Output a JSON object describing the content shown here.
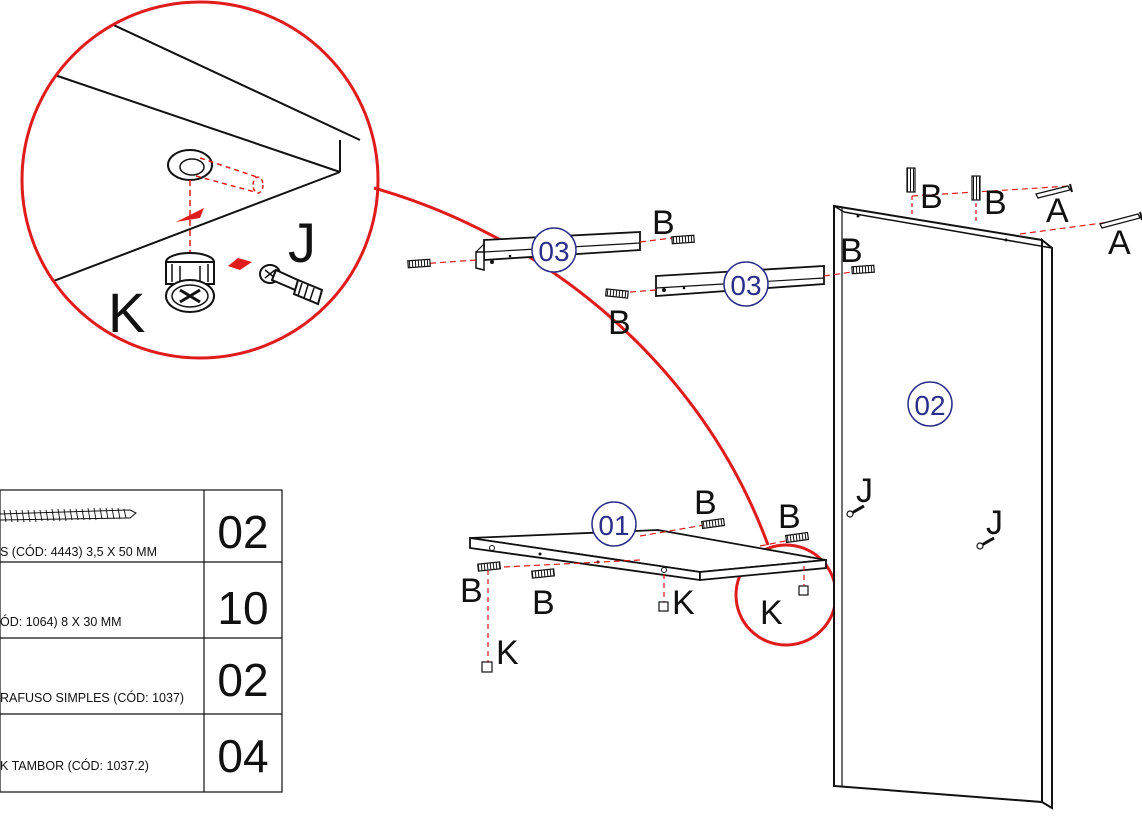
{
  "colors": {
    "accent_red": "#e01b1b",
    "circle_blue": "#2b2f8a",
    "line": "#111111"
  },
  "callout": {
    "label_k": "K",
    "label_j": "J"
  },
  "part_labels": {
    "p01": "01",
    "p02": "02",
    "p03_top": "03",
    "p03_mid": "03"
  },
  "hardware_labels": {
    "a1": "A",
    "a2": "A",
    "b_top1": "B",
    "b_top2": "B",
    "b_side": "B",
    "b_shelf_top": "B",
    "b_shelf_mid": "B",
    "b_bottom1": "B",
    "b_bottom2": "B",
    "b_bottom3": "B",
    "b_bottom4": "B",
    "j1": "J",
    "j2": "J",
    "k1": "K",
    "k2": "K",
    "k3": "K"
  },
  "parts_list": [
    {
      "description": "S (CÓD: 4443)   3,5 X 50 MM",
      "quantity": "02",
      "icon": "screw-icon"
    },
    {
      "description": "ÓD: 1064)   8 X 30 MM",
      "quantity": "10",
      "icon": ""
    },
    {
      "description": "RAFUSO SIMPLES (CÓD: 1037)",
      "quantity": "02",
      "icon": ""
    },
    {
      "description": "K TAMBOR (CÓD: 1037.2)",
      "quantity": "04",
      "icon": ""
    }
  ]
}
